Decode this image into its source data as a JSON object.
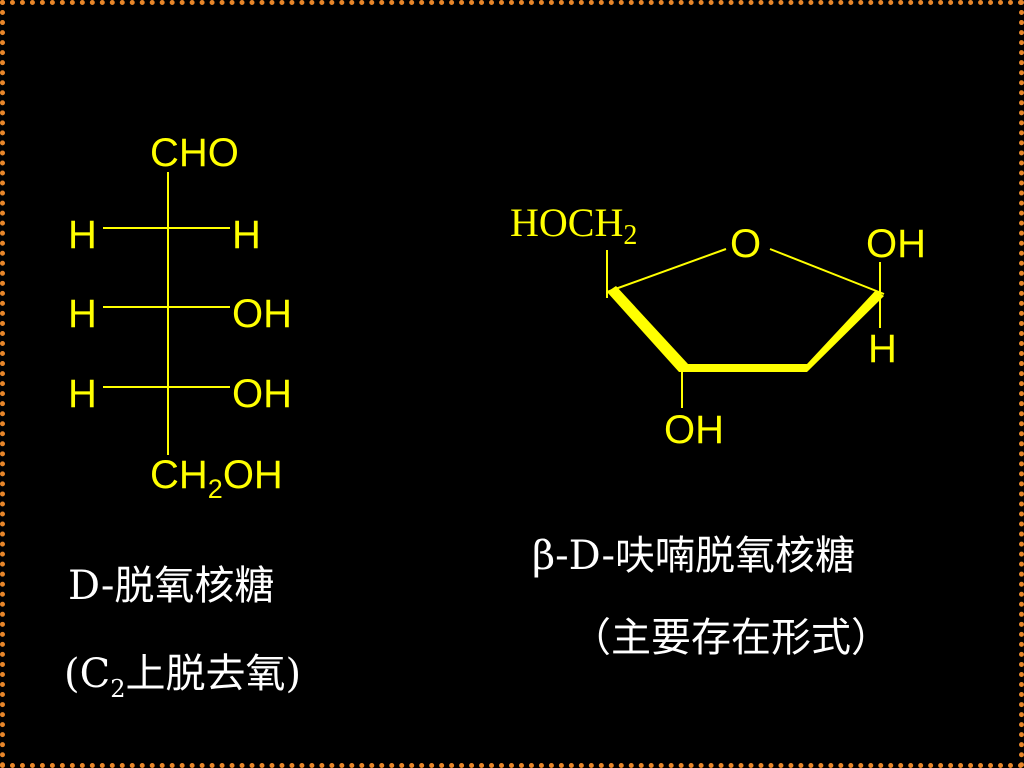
{
  "fischer": {
    "top": "CHO",
    "row1_left": "H",
    "row1_right": "H",
    "row2_left": "H",
    "row2_right": "OH",
    "row3_left": "H",
    "row3_right": "OH",
    "bottom_main": "CH",
    "bottom_sub": "2",
    "bottom_end": "OH"
  },
  "haworth": {
    "ch2oh_main": "HOCH",
    "ch2oh_sub": "2",
    "ring_o": "O",
    "c1_top": "OH",
    "c1_bottom": "H",
    "c3_bottom": "OH"
  },
  "captions": {
    "left_line1": "D-脱氧核糖",
    "left_line2_open": "(C",
    "left_line2_sub": "2",
    "left_line2_rest": "上脱去氧)",
    "right_line1": "β-D-呋喃脱氧核糖",
    "right_line2": "（主要存在形式）"
  },
  "colors": {
    "background": "#000000",
    "structure": "#ffff00",
    "caption": "#ffffff",
    "border": "#e8862a"
  }
}
